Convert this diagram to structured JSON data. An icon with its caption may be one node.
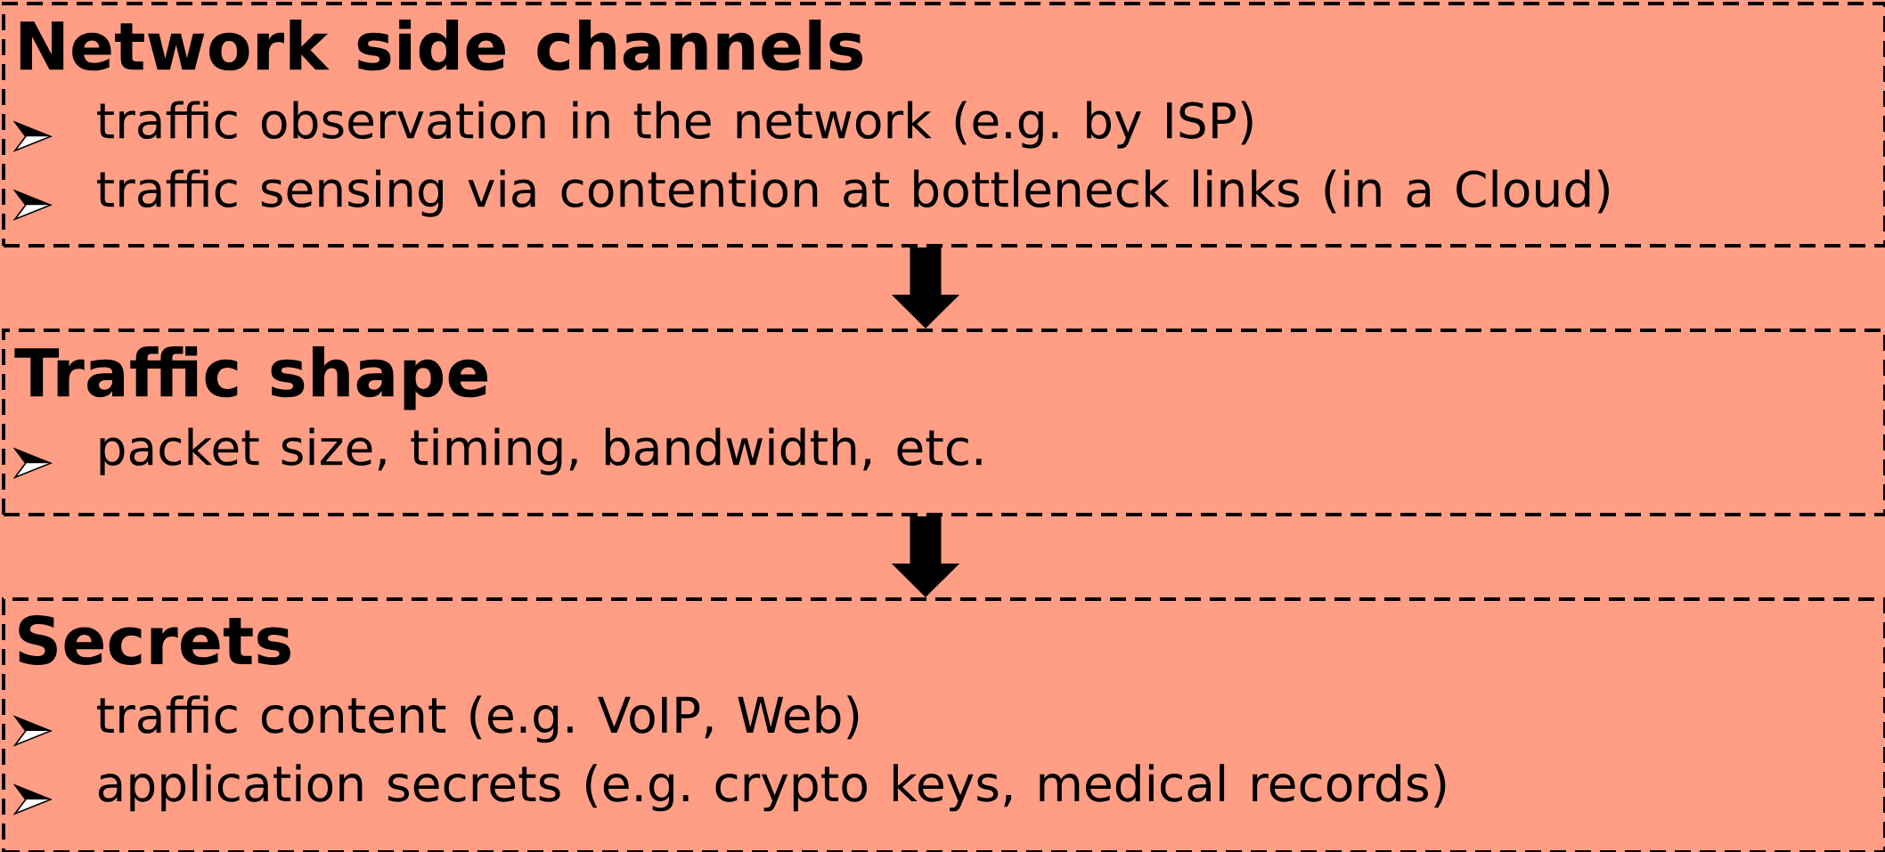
{
  "diagram": {
    "nodes": [
      {
        "text": [
          "Network side channels",
          "traffic observation in the network (e.g. by ISP)",
          "traffic sensing via contention at bottleneck links (in a Cloud)"
        ]
      },
      {
        "text": [
          "Traffic shape",
          "packet size, timing, bandwidth, etc."
        ]
      },
      {
        "text": [
          "Secrets",
          "traffic content (e.g. VoIP, Web)",
          "application secrets (e.g. crypto keys, medical records)"
        ]
      }
    ],
    "edges": [
      {
        "from": 0,
        "to": 1,
        "arrow": "to"
      },
      {
        "from": 1,
        "to": 2,
        "arrow": "to"
      }
    ]
  }
}
